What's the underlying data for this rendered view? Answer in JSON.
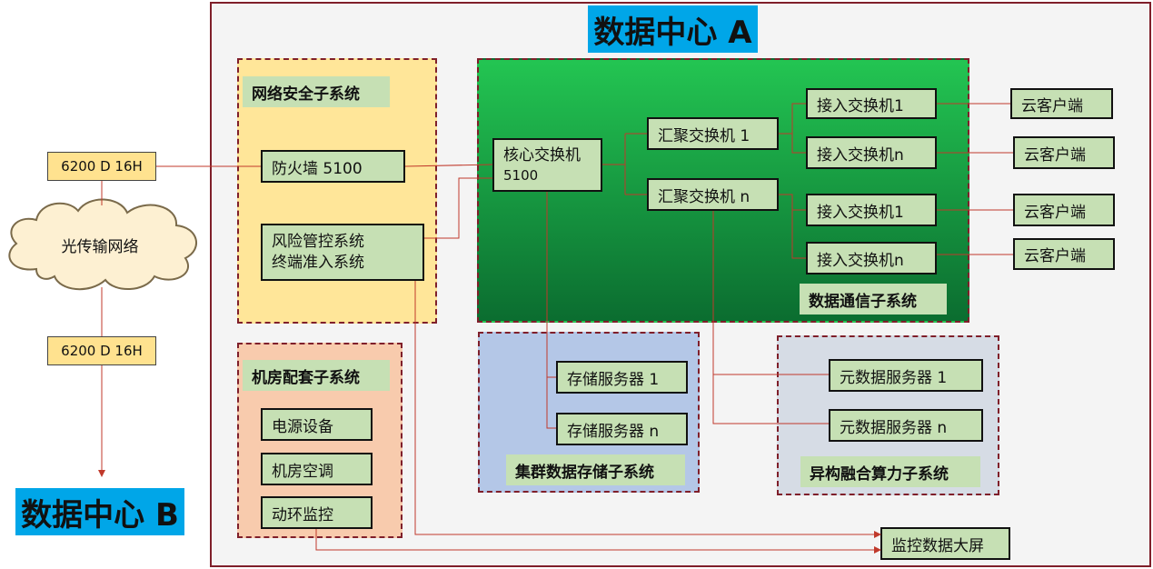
{
  "title_a": "数据中心 A",
  "title_b": "数据中心 B",
  "devices": {
    "top": "6200 D 16H",
    "bottom": "6200 D 16H"
  },
  "cloud": {
    "label": "光传输网络"
  },
  "security": {
    "label": "网络安全子系统",
    "firewall": "防火墙 5100",
    "risk_line1": "风险管控系统",
    "risk_line2": "终端准入系统"
  },
  "facility": {
    "label": "机房配套子系统",
    "items": [
      "电源设备",
      "机房空调",
      "动环监控"
    ]
  },
  "comm": {
    "label": "数据通信子系统",
    "core_line1": "核心交换机",
    "core_line2": "5100",
    "agg1": "汇聚交换机 1",
    "aggn": "汇聚交换机 n",
    "access": [
      "接入交换机1",
      "接入交换机n",
      "接入交换机1",
      "接入交换机n"
    ],
    "clients": [
      "云客户端",
      "云客户端",
      "云客户端",
      "云客户端"
    ]
  },
  "storage": {
    "label": "集群数据存储子系统",
    "servers": [
      "存储服务器 1",
      "存储服务器 n"
    ]
  },
  "compute": {
    "label": "异构融合算力子系统",
    "servers": [
      "元数据服务器 1",
      "元数据服务器 n"
    ]
  },
  "screen": {
    "label": "监控数据大屏"
  },
  "colors": {
    "frame": "#7f1f2a",
    "title_bg": "#00a6e8",
    "node_fill": "#c6e0b4",
    "security_bg": "#ffe699",
    "facility_bg": "#f8cbad",
    "storage_bg": "#b4c7e7",
    "compute_bg": "#d6dce5",
    "comm_bg_top": "#23c552",
    "comm_bg_bottom": "#0b6d30",
    "device_bg": "#ffe28f",
    "cloud_fill": "#fdf0d2",
    "connector": "#c0392b"
  }
}
